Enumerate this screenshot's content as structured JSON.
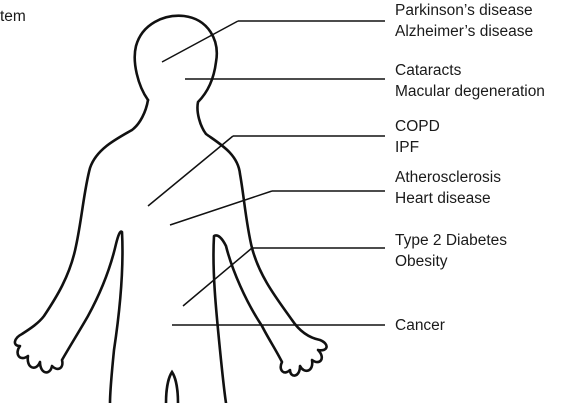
{
  "partial_label": "tem",
  "groups": [
    {
      "id": "brain",
      "lines": [
        "Parkinson’s disease",
        "Alzheimer’s disease"
      ]
    },
    {
      "id": "eyes",
      "lines": [
        "Cataracts",
        "Macular degeneration"
      ]
    },
    {
      "id": "lungs",
      "lines": [
        "COPD",
        "IPF"
      ]
    },
    {
      "id": "heart",
      "lines": [
        "Atherosclerosis",
        "Heart disease"
      ]
    },
    {
      "id": "metabolic",
      "lines": [
        "Type 2 Diabetes",
        "Obesity"
      ]
    },
    {
      "id": "cancer",
      "lines": [
        "Cancer"
      ]
    }
  ]
}
